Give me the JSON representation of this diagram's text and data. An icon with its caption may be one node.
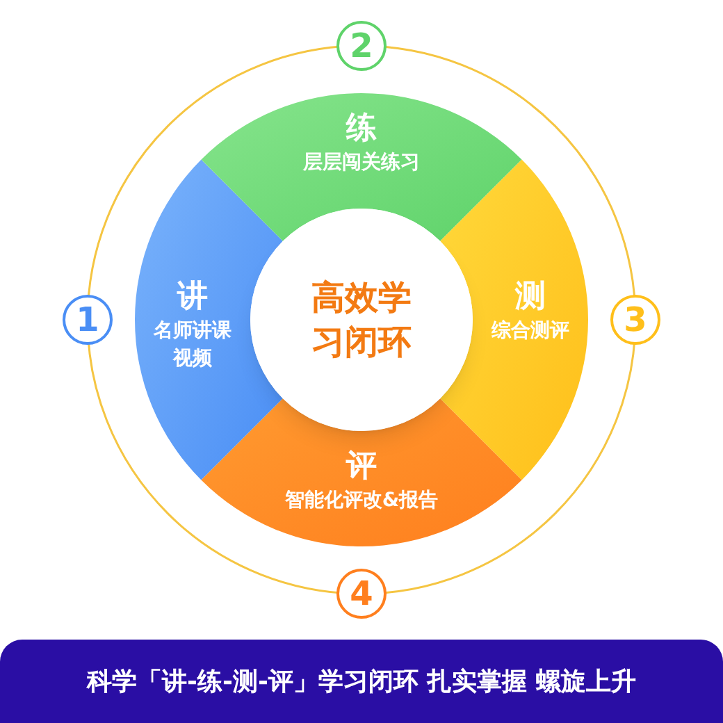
{
  "diagram": {
    "nodes": [
      {
        "text": [
          "高效学习闭环"
        ]
      },
      {
        "text": [
          "讲",
          "名师讲课视频"
        ]
      },
      {
        "text": [
          "练",
          "层层闯关练习"
        ]
      },
      {
        "text": [
          "测",
          "综合测评"
        ]
      },
      {
        "text": [
          "评",
          "智能化评改&报告"
        ]
      },
      {
        "text": [
          "1"
        ]
      },
      {
        "text": [
          "2"
        ]
      },
      {
        "text": [
          "3"
        ]
      },
      {
        "text": [
          "4"
        ]
      },
      {
        "text": [
          "科学「讲-练-测-评」学习闭环 扎实掌握 螺旋上升"
        ]
      }
    ],
    "edges": []
  }
}
